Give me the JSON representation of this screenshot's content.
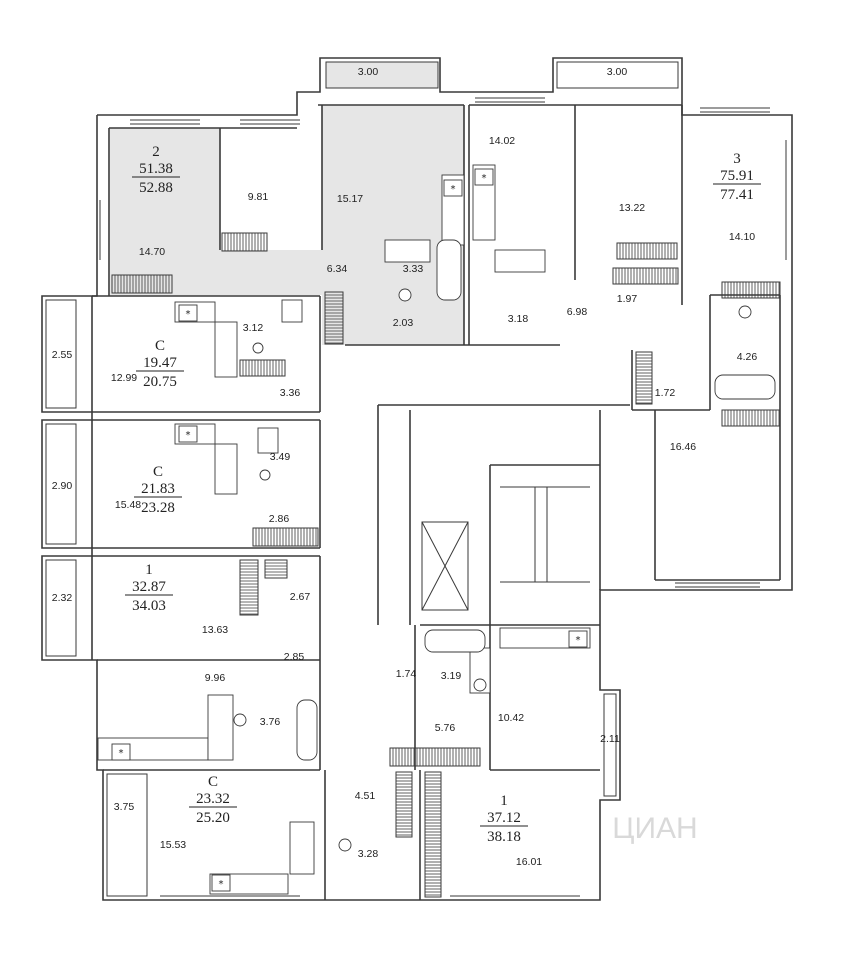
{
  "apartments": [
    {
      "id": "apt-2",
      "type": "2",
      "living": "51.38",
      "total": "52.88"
    },
    {
      "id": "apt-3",
      "type": "3",
      "living": "75.91",
      "total": "77.41"
    },
    {
      "id": "apt-c1",
      "type": "С",
      "living": "19.47",
      "total": "20.75"
    },
    {
      "id": "apt-c2",
      "type": "С",
      "living": "21.83",
      "total": "23.28"
    },
    {
      "id": "apt-1a",
      "type": "1",
      "living": "32.87",
      "total": "34.03"
    },
    {
      "id": "apt-c3",
      "type": "С",
      "living": "23.32",
      "total": "25.20"
    },
    {
      "id": "apt-1b",
      "type": "1",
      "living": "37.12",
      "total": "38.18"
    }
  ],
  "rooms": [
    "3.00",
    "3.00",
    "14.02",
    "14.70",
    "9.81",
    "15.17",
    "6.34",
    "3.33",
    "2.03",
    "13.22",
    "1.97",
    "6.98",
    "3.18",
    "14.10",
    "4.26",
    "1.72",
    "16.46",
    "2.55",
    "12.99",
    "3.12",
    "3.36",
    "2.90",
    "15.48",
    "3.49",
    "2.86",
    "2.32",
    "13.63",
    "2.67",
    "2.85",
    "9.96",
    "3.76",
    "1.74",
    "3.19",
    "5.76",
    "10.42",
    "2.11",
    "3.75",
    "15.53",
    "4.51",
    "3.28",
    "16.01"
  ],
  "markers": {
    "star": "*"
  },
  "watermark": "ЦИАН"
}
